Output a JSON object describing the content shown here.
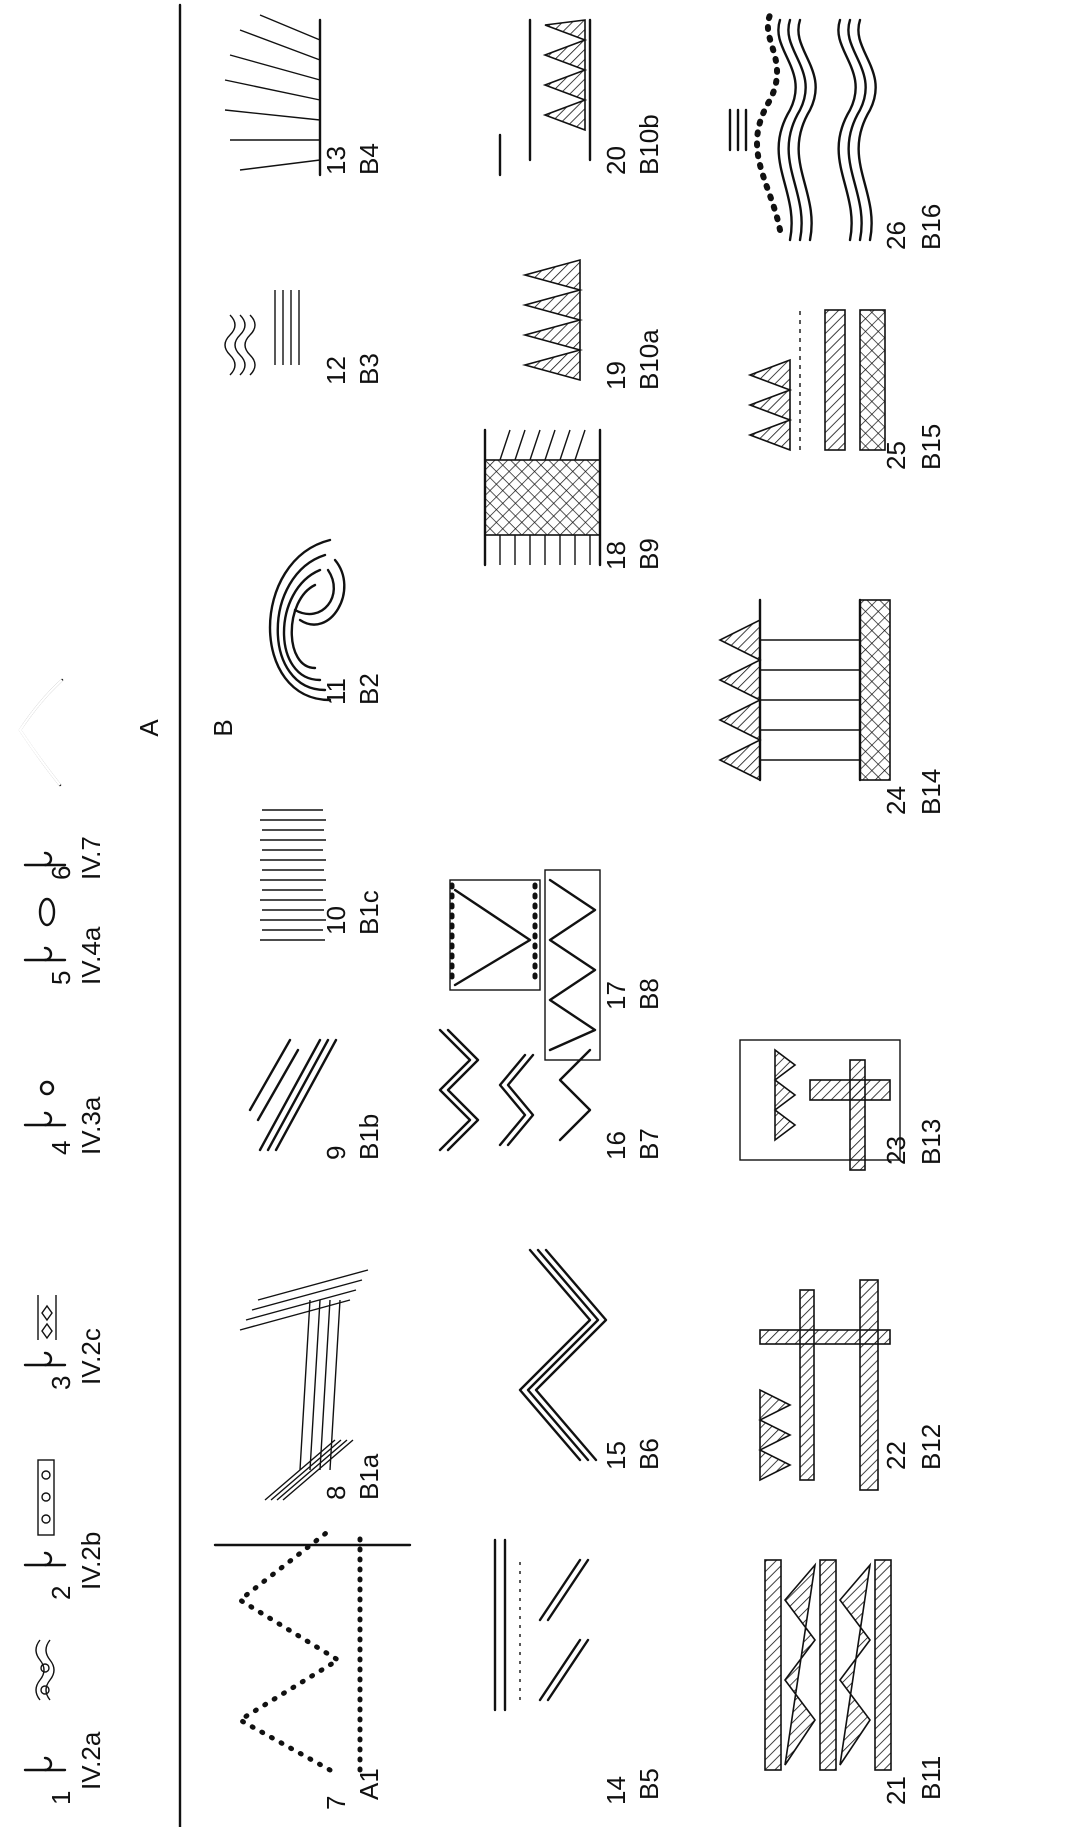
{
  "section_labels": {
    "a": "A",
    "b": "B"
  },
  "figures": [
    {
      "num": "1",
      "code": "IV.2a"
    },
    {
      "num": "2",
      "code": "IV.2b"
    },
    {
      "num": "3",
      "code": "IV.2c"
    },
    {
      "num": "4",
      "code": "IV.3a"
    },
    {
      "num": "5",
      "code": "IV.4a"
    },
    {
      "num": "6",
      "code": "IV.7"
    },
    {
      "num": "7",
      "code": "A1"
    },
    {
      "num": "8",
      "code": "B1a"
    },
    {
      "num": "9",
      "code": "B1b"
    },
    {
      "num": "10",
      "code": "B1c"
    },
    {
      "num": "11",
      "code": "B2"
    },
    {
      "num": "12",
      "code": "B3"
    },
    {
      "num": "13",
      "code": "B4"
    },
    {
      "num": "14",
      "code": "B5"
    },
    {
      "num": "15",
      "code": "B6"
    },
    {
      "num": "16",
      "code": "B7"
    },
    {
      "num": "17",
      "code": "B8"
    },
    {
      "num": "18",
      "code": "B9"
    },
    {
      "num": "19",
      "code": "B10a"
    },
    {
      "num": "20",
      "code": "B10b"
    },
    {
      "num": "21",
      "code": "B11"
    },
    {
      "num": "22",
      "code": "B12"
    },
    {
      "num": "23",
      "code": "B13"
    },
    {
      "num": "24",
      "code": "B14"
    },
    {
      "num": "25",
      "code": "B15"
    },
    {
      "num": "26",
      "code": "B16"
    }
  ]
}
